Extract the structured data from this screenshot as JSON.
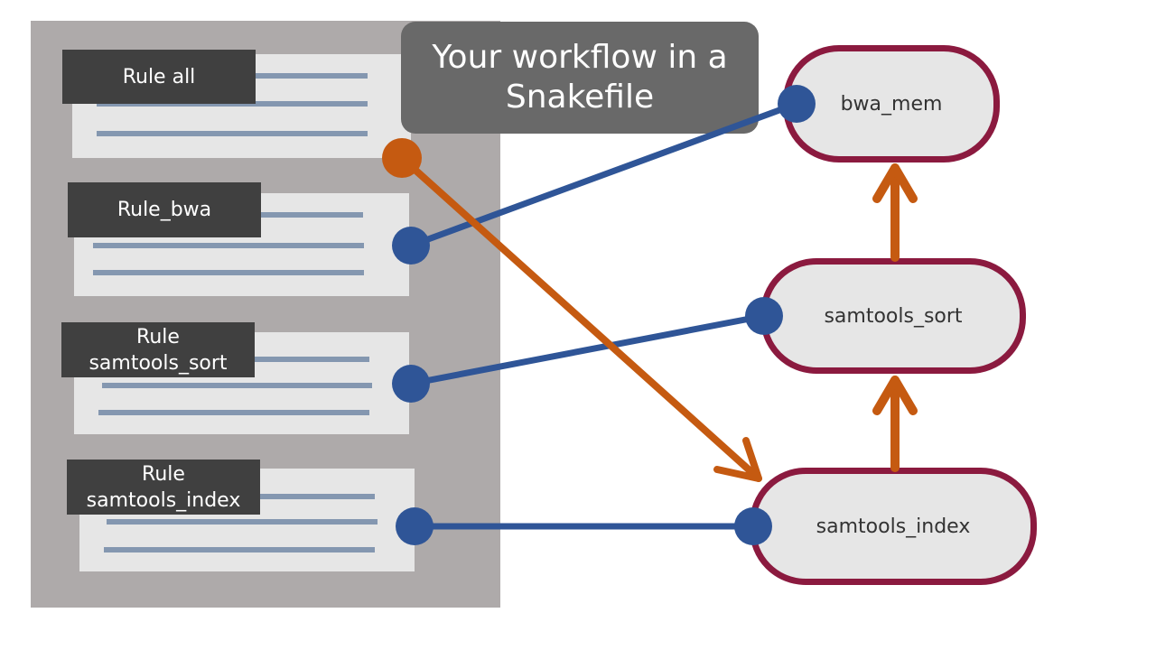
{
  "title": "Your workflow in a\nSnakefile",
  "rules": [
    {
      "label": "Rule all"
    },
    {
      "label": "Rule_bwa"
    },
    {
      "label": "Rule\nsamtools_sort"
    },
    {
      "label": "Rule\nsamtools_index"
    }
  ],
  "jobs": [
    {
      "label": "bwa_mem"
    },
    {
      "label": "samtools_sort"
    },
    {
      "label": "samtools_index"
    }
  ],
  "colors": {
    "panel": "#aeaaaa",
    "card": "#e6e6e6",
    "card_line": "#8497b0",
    "label_bg": "#404040",
    "title_bg": "#696969",
    "node_border": "#8b1a3f",
    "blue_connector": "#2f5597",
    "orange_arrow": "#c55a11"
  }
}
